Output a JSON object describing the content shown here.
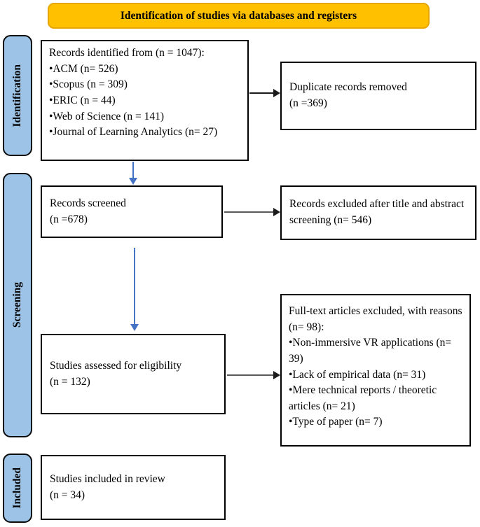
{
  "banner": {
    "label": "Identification of studies via databases and registers"
  },
  "sidebar": {
    "items": [
      {
        "label": "Identification"
      },
      {
        "label": "Screening"
      },
      {
        "label": "Included"
      }
    ]
  },
  "boxes": {
    "records_identified": {
      "lines": [
        "Records identified from (n = 1047):",
        "•ACM (n= 526)",
        "•Scopus (n = 309)",
        "•ERIC (n = 44)",
        "•Web of Science (n = 141)",
        "•Journal of Learning Analytics (n= 27)"
      ]
    },
    "duplicates_removed": {
      "lines": [
        "Duplicate records removed",
        "(n =369)"
      ]
    },
    "records_screened": {
      "lines": [
        "Records screened",
        "(n =678)"
      ]
    },
    "records_excluded": {
      "text": "Records excluded after title and abstract screening (n= 546)"
    },
    "studies_assessed": {
      "lines": [
        "Studies assessed for eligibility",
        "(n = 132)"
      ]
    },
    "fulltext_excluded": {
      "lines": [
        "Full-text articles excluded, with reasons (n= 98):",
        "•Non-immersive VR applications (n= 39)",
        "•Lack of empirical data (n= 31)",
        "•Mere technical reports / theoretic articles (n= 21)",
        "•Type of paper (n= 7)"
      ]
    },
    "studies_included": {
      "lines": [
        "Studies included in review",
        "(n = 34)"
      ]
    }
  },
  "colors": {
    "banner_fill": "#FFC000",
    "banner_border": "#E7A500",
    "sidebar_fill": "#9DC3E6",
    "arrow_blue": "#4472C4",
    "arrow_dark": "#1a1a1a",
    "arrow_gray": "#595959"
  }
}
